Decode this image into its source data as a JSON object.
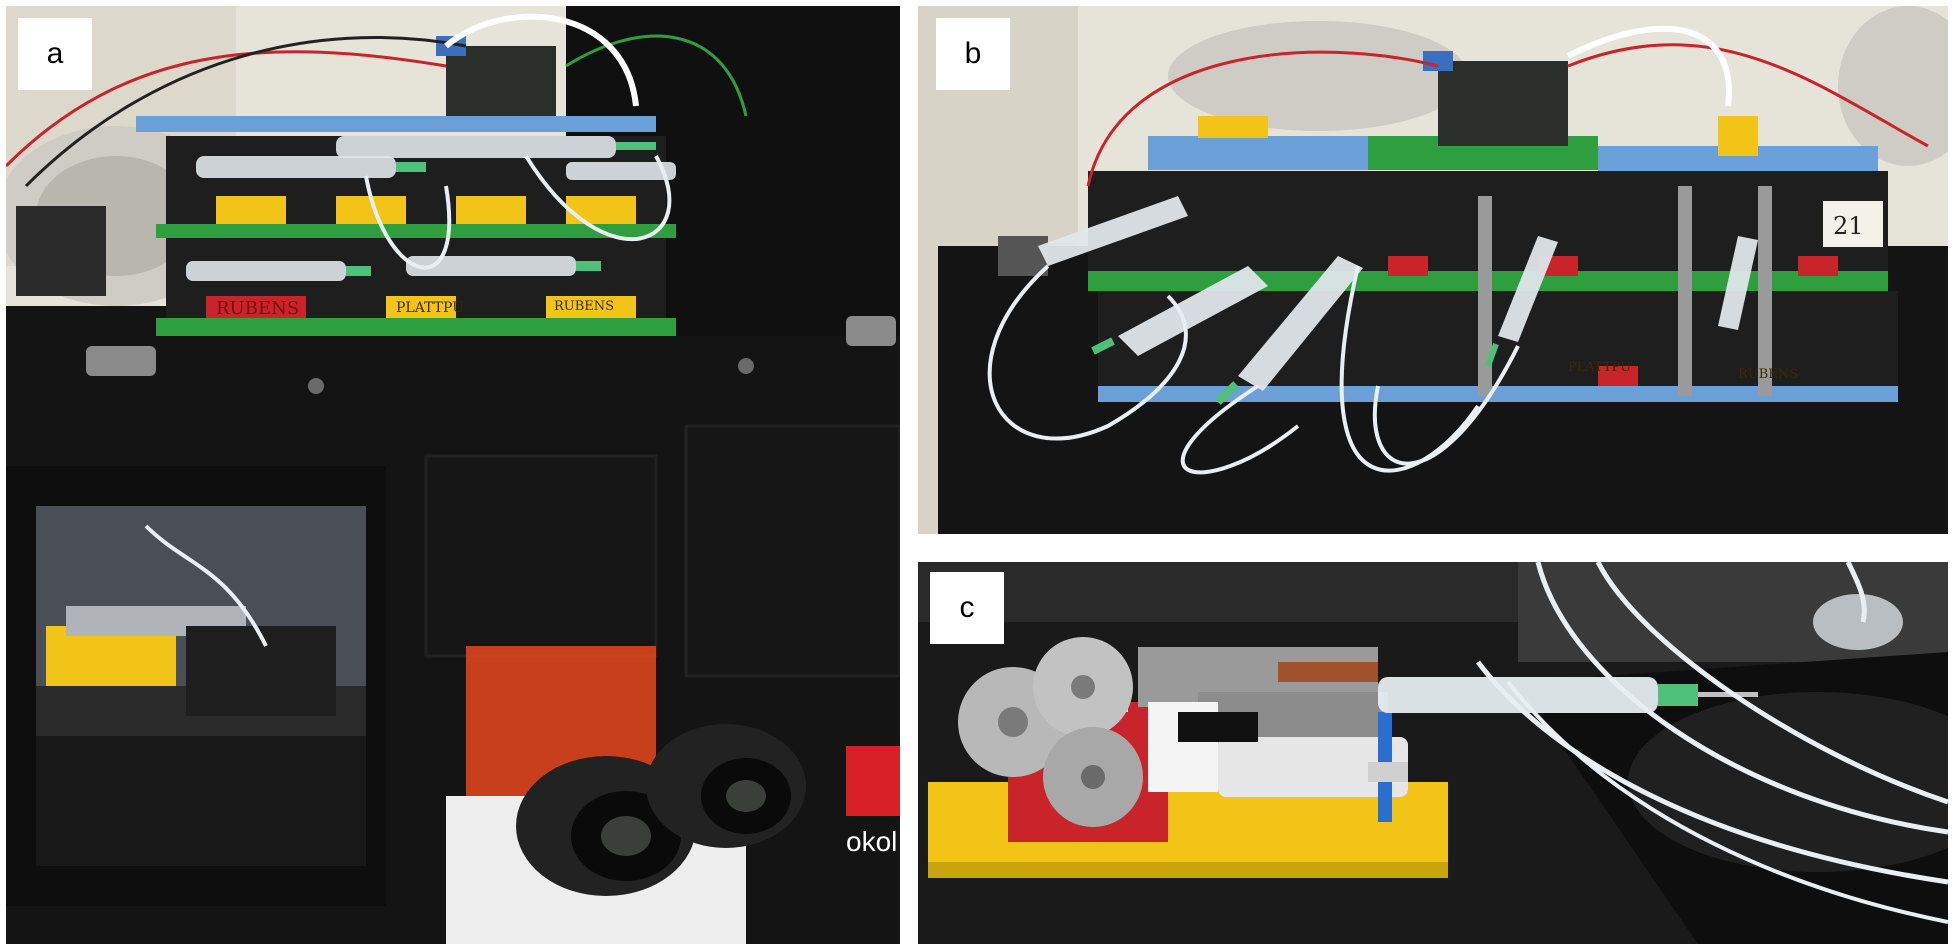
{
  "figure": {
    "panels": [
      {
        "id": "a",
        "label": "a",
        "photo_labels": [
          "RUBENS",
          "PLATTPU",
          "RUBENS",
          "okol"
        ],
        "icons": [
          "microscope-eyepiece-icon",
          "syringe-icon",
          "lego-baseplate-icon",
          "circuit-board-icon"
        ]
      },
      {
        "id": "b",
        "label": "b",
        "photo_labels": [
          "21",
          "PLATTPU",
          "RUBENS"
        ],
        "icons": [
          "syringe-icon",
          "tubing-icon",
          "circuit-board-icon"
        ]
      },
      {
        "id": "c",
        "label": "c",
        "photo_labels": [],
        "icons": [
          "gear-icon",
          "syringe-icon",
          "needle-icon",
          "tubing-icon"
        ]
      }
    ]
  },
  "colors": {
    "enclosure_black": "#141414",
    "lego_green": "#2e9e3e",
    "lego_blue": "#6a9fd8",
    "lego_yellow": "#f2c418",
    "lego_red": "#c8242a",
    "lego_grey": "#9a9a9a",
    "orange_window": "#e8461c",
    "okolab_red": "#d61f26",
    "wall": "#e6e3d8"
  }
}
